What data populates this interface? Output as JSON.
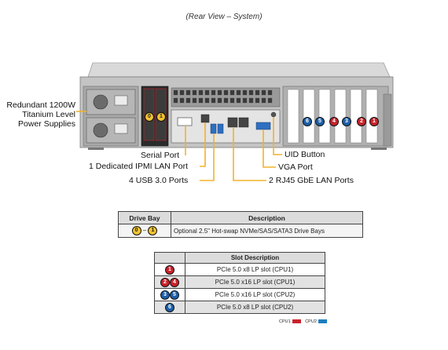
{
  "caption": "(Rear View – System)",
  "left_labels": {
    "psu": [
      "Redundant 1200W",
      "Titanium Level",
      "Power Supplies"
    ]
  },
  "callouts": {
    "serial_port": "Serial Port",
    "ipmi_lan": "1 Dedicated IPMI LAN Port",
    "usb": "4 USB 3.0 Ports",
    "uid_button": "UID Button",
    "vga_port": "VGA Port",
    "rj45": "2 RJ45 GbE LAN Ports"
  },
  "chassis_bay_numbers": [
    "0",
    "1"
  ],
  "chassis_slot_numbers": [
    "6",
    "5",
    "4",
    "3",
    "2",
    "1"
  ],
  "drive_bay_table": {
    "headers": [
      "Drive Bay",
      "Description"
    ],
    "rows": [
      {
        "bay_from": "0",
        "bay_to": "1",
        "description": "Optional 2.5\" Hot-swap NVMe/SAS/SATA3 Drive Bays"
      }
    ]
  },
  "slot_table": {
    "header": "Slot Description",
    "rows": [
      {
        "badges": [
          {
            "n": "1",
            "color": "red"
          }
        ],
        "description": "PCIe 5.0 x8 LP slot (CPU1)"
      },
      {
        "badges": [
          {
            "n": "2",
            "color": "red"
          },
          {
            "n": "4",
            "color": "red"
          }
        ],
        "description": "PCIe 5.0 x16 LP slot (CPU1)"
      },
      {
        "badges": [
          {
            "n": "3",
            "color": "blue"
          },
          {
            "n": "5",
            "color": "blue"
          }
        ],
        "description": "PCIe 5.0 x16 LP slot (CPU2)"
      },
      {
        "badges": [
          {
            "n": "6",
            "color": "blue"
          }
        ],
        "description": "PCIe 5.0 x8 LP slot (CPU2)"
      }
    ]
  },
  "legend": [
    {
      "label": "CPU1",
      "color": "#c9222b"
    },
    {
      "label": "CPU2",
      "color": "#1d7fbf"
    }
  ],
  "colors": {
    "callout_line": "#f2b32a",
    "cpu1_red": "#c9222b",
    "cpu2_blue": "#1d5fa8",
    "chassis": "#b9b9b9"
  }
}
